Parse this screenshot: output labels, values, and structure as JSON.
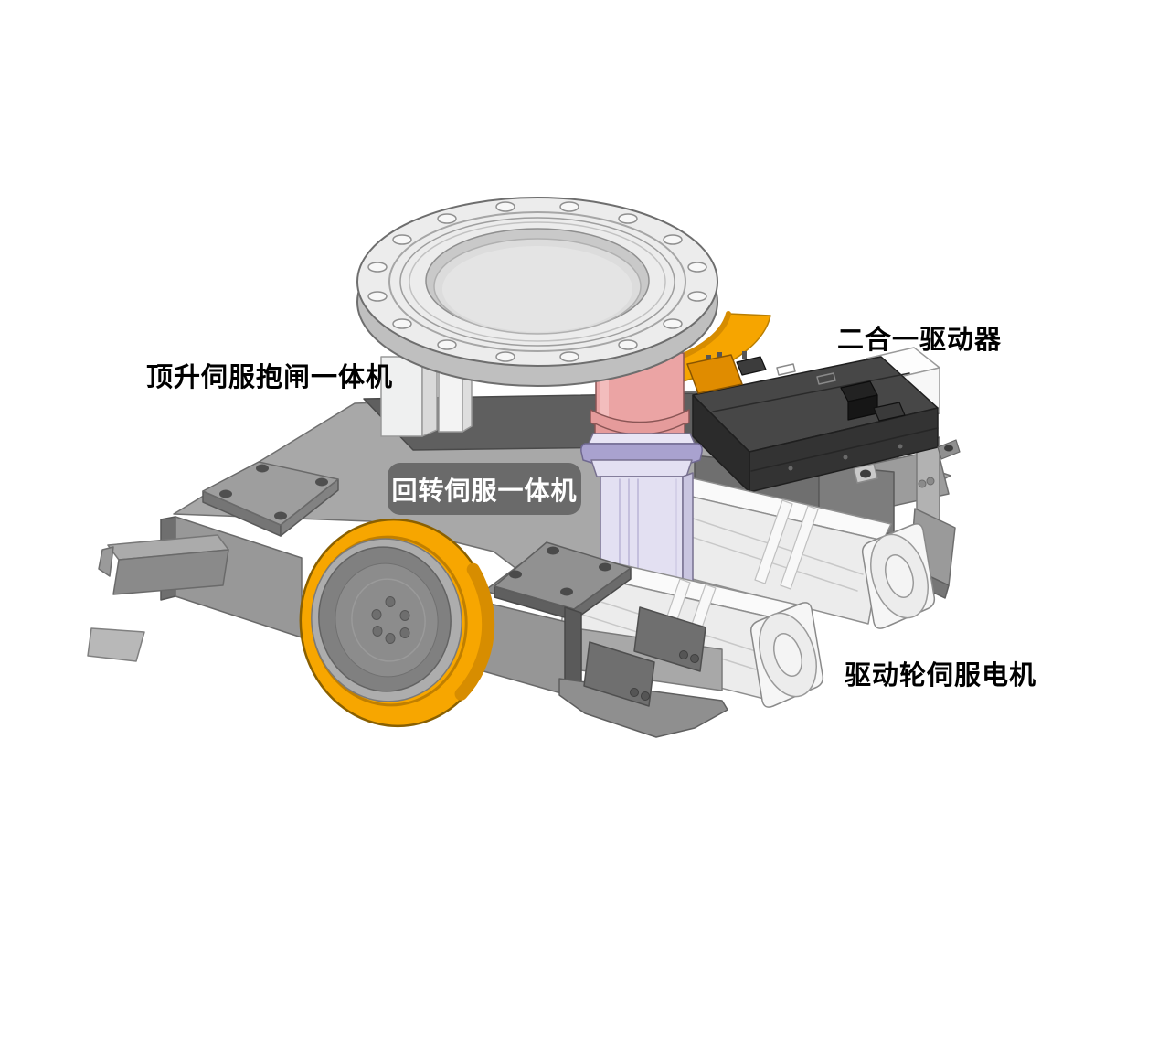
{
  "labels": {
    "lift_servo": "顶升伺服抱闸一体机",
    "driver": "二合一驱动器",
    "rotary_servo": "回转伺服一体机",
    "wheel_motor": "驱动轮伺服电机"
  },
  "colors": {
    "wheel_orange": "#F7A600",
    "wheel_orange_shade": "#D78D00",
    "slewing_orange": "#F6A500",
    "slewing_orange_shade": "#D68C00",
    "lift_pink": "#EBA4A4",
    "lift_pink_shade": "#E59B9B",
    "column_lavender": "#E3E0F2",
    "column_lavender_side": "#C9C5E0",
    "flange_purple": "#A9A2CF",
    "driver_top": "#474747",
    "driver_front": "#333333",
    "cable_orange": "#E08C00",
    "chassis_gray": "#A8A8A8",
    "motor_body": "#ECECEC",
    "motor_top": "#FAFAFA",
    "badge_background": "#6A6A6A",
    "badge_text": "#FFFFFF",
    "label_text": "#000000",
    "background": "#FFFFFF"
  }
}
